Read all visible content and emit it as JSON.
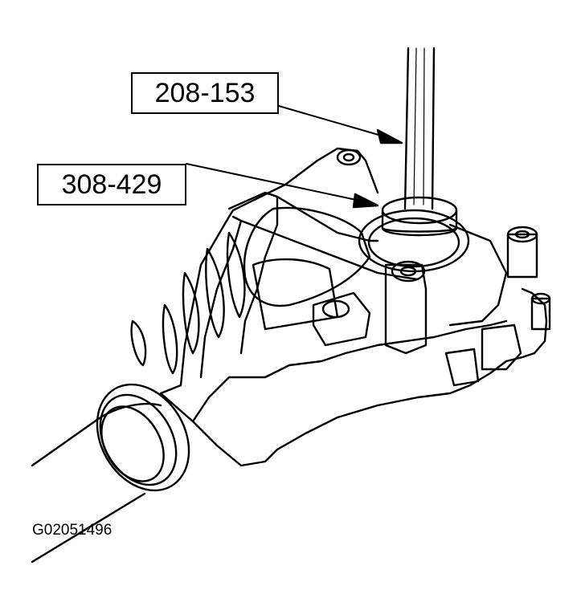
{
  "callouts": {
    "tool_upper": "208-153",
    "tool_lower": "308-429"
  },
  "figure_id": "G02051496",
  "colors": {
    "ink": "#000000",
    "paper": "#ffffff"
  }
}
